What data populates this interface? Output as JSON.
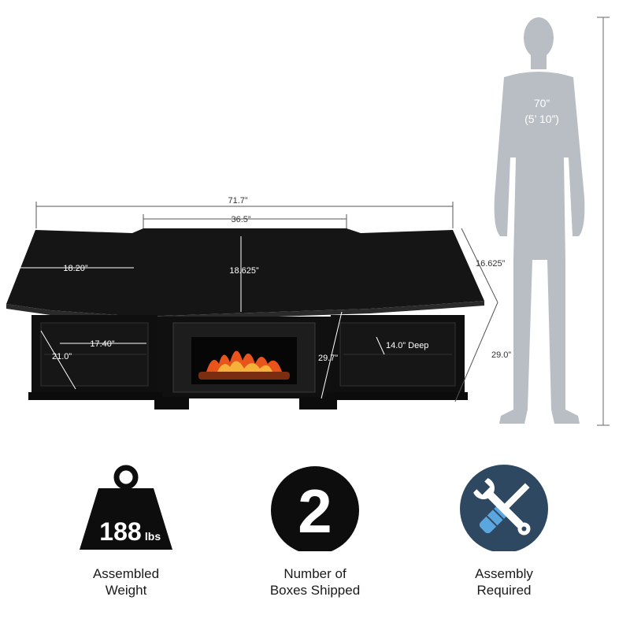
{
  "dimensions": {
    "total_width": "71.7”",
    "center_width": "36.5”",
    "side_top_width": "18.20”",
    "center_depth": "18.625”",
    "side_depth": "16.625”",
    "shelf_width": "17.40”",
    "shelf_height": "21.0”",
    "center_height": "29.7”",
    "total_height": "29.0”",
    "shelf_depth": "14.0” Deep"
  },
  "person": {
    "height_in": "70”",
    "height_ft": "(5’ 10”)"
  },
  "features": {
    "weight": {
      "value": "188",
      "unit": "lbs",
      "line1": "Assembled",
      "line2": "Weight",
      "icon": "weight-icon"
    },
    "boxes": {
      "value": "2",
      "line1": "Number of",
      "line2": "Boxes Shipped",
      "icon": "number-circle-icon"
    },
    "assembly": {
      "line1": "Assembly",
      "line2": "Required",
      "icon": "tools-icon"
    }
  },
  "colors": {
    "furniture": "#0f0f0f",
    "person": "#b9bec4",
    "assembly_badge": "#2e4862",
    "flame": "#e8541c"
  }
}
